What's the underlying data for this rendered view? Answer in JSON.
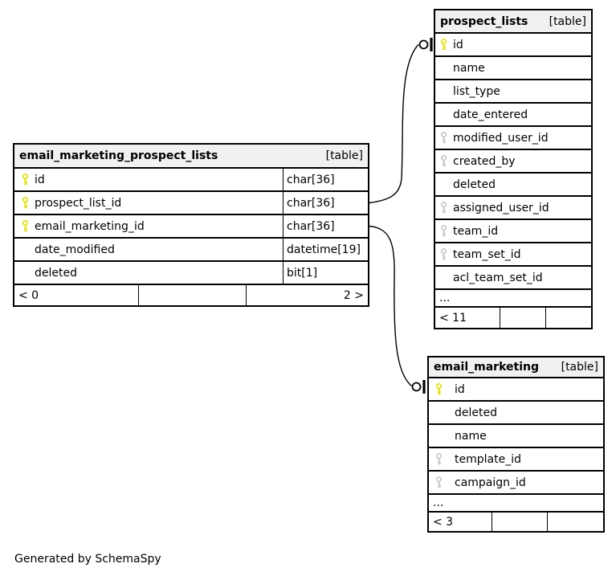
{
  "diagram": {
    "generator_note": "Generated by SchemaSpy"
  },
  "colors": {
    "primary_key": "#e3e300",
    "foreign_key": "#c9c9c9",
    "header_bg": "#f1f1f1"
  },
  "tables": [
    {
      "title": "email_marketing_prospect_lists",
      "tag": "[table]",
      "columns": [
        {
          "name": "id",
          "type": "char[36]",
          "key": "pk"
        },
        {
          "name": "prospect_list_id",
          "type": "char[36]",
          "key": "pk"
        },
        {
          "name": "email_marketing_id",
          "type": "char[36]",
          "key": "pk"
        },
        {
          "name": "date_modified",
          "type": "datetime[19]",
          "key": "none"
        },
        {
          "name": "deleted",
          "type": "bit[1]",
          "key": "none"
        }
      ],
      "ellipsis": "",
      "footer": [
        "< 0",
        "",
        "2 >"
      ]
    },
    {
      "title": "prospect_lists",
      "tag": "[table]",
      "columns": [
        {
          "name": "id",
          "key": "pk"
        },
        {
          "name": "name",
          "key": "none"
        },
        {
          "name": "list_type",
          "key": "none"
        },
        {
          "name": "date_entered",
          "key": "none"
        },
        {
          "name": "modified_user_id",
          "key": "fk"
        },
        {
          "name": "created_by",
          "key": "fk"
        },
        {
          "name": "deleted",
          "key": "none"
        },
        {
          "name": "assigned_user_id",
          "key": "fk"
        },
        {
          "name": "team_id",
          "key": "fk"
        },
        {
          "name": "team_set_id",
          "key": "fk"
        },
        {
          "name": "acl_team_set_id",
          "key": "none"
        }
      ],
      "ellipsis": "...",
      "footer": [
        "< 11",
        "",
        ""
      ]
    },
    {
      "title": "email_marketing",
      "tag": "[table]",
      "columns": [
        {
          "name": "id",
          "key": "pk"
        },
        {
          "name": "deleted",
          "key": "none"
        },
        {
          "name": "name",
          "key": "none"
        },
        {
          "name": "template_id",
          "key": "fk"
        },
        {
          "name": "campaign_id",
          "key": "fk"
        }
      ],
      "ellipsis": "...",
      "footer": [
        "< 3",
        "",
        ""
      ]
    }
  ],
  "relationships": [
    {
      "from_table": "email_marketing_prospect_lists",
      "from_column": "prospect_list_id",
      "to_table": "prospect_lists",
      "to_column": "id"
    },
    {
      "from_table": "email_marketing_prospect_lists",
      "from_column": "email_marketing_id",
      "to_table": "email_marketing",
      "to_column": "id"
    }
  ]
}
